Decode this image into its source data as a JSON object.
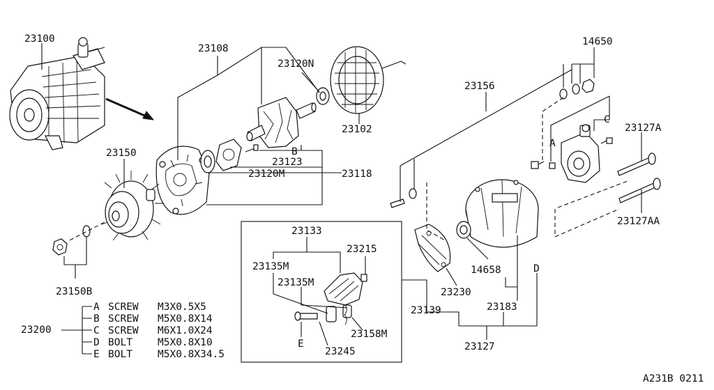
{
  "parts": {
    "p23100": "23100",
    "p23108": "23108",
    "p23120N": "23120N",
    "p23102": "23102",
    "p14650": "14650",
    "p23156": "23156",
    "p23150": "23150",
    "p23123": "23123",
    "p23120M": "23120M",
    "p23118": "23118",
    "p23127A": "23127A",
    "p23127AA": "23127AA",
    "p23150B": "23150B",
    "p23133": "23133",
    "p23215": "23215",
    "p23135M_a": "23135M",
    "p23135M_b": "23135M",
    "p14658": "14658",
    "p23230": "23230",
    "p23139": "23139",
    "p23183": "23183",
    "p23158M": "23158M",
    "p23245": "23245",
    "p23127": "23127",
    "p23200": "23200"
  },
  "callouts": {
    "A1": "A",
    "B1": "B",
    "C1": "C",
    "D1": "D",
    "E1": "E"
  },
  "legend": [
    {
      "letter": "A",
      "type": "SCREW",
      "size": "M3X0.5X5"
    },
    {
      "letter": "B",
      "type": "SCREW",
      "size": "M5X0.8X14"
    },
    {
      "letter": "C",
      "type": "SCREW",
      "size": "M6X1.0X24"
    },
    {
      "letter": "D",
      "type": "BOLT",
      "size": "M5X0.8X10"
    },
    {
      "letter": "E",
      "type": "BOLT",
      "size": "M5X0.8X34.5"
    }
  ],
  "footer_code": "A231B 0211"
}
